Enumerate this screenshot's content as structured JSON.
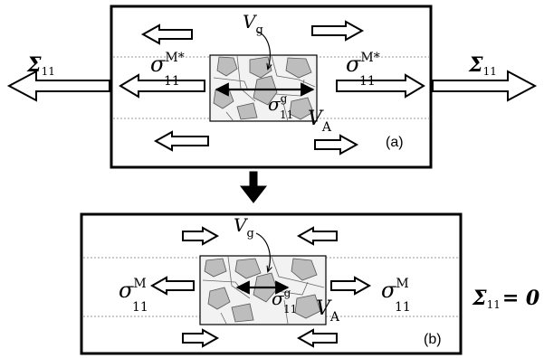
{
  "diagram": {
    "panel_a": {
      "label": "(a)",
      "remote_stress": {
        "symbol": "Σ",
        "sub": "11"
      },
      "matrix_stress": {
        "symbol": "σ",
        "sub": "11",
        "sup": "M*"
      },
      "grain_stress": {
        "symbol": "σ",
        "sub": "11",
        "sup": "g"
      },
      "grain_volume": {
        "symbol": "V",
        "sub": "g"
      },
      "aggregate_volume": {
        "symbol": "V",
        "sub": "A"
      }
    },
    "panel_b": {
      "label": "(b)",
      "matrix_stress": {
        "symbol": "σ",
        "sub": "11",
        "sup": "M"
      },
      "grain_stress": {
        "symbol": "σ",
        "sub": "11",
        "sup": "g"
      },
      "grain_volume": {
        "symbol": "V",
        "sub": "g"
      },
      "aggregate_volume": {
        "symbol": "V",
        "sub": "A"
      },
      "remote_condition": {
        "symbol": "Σ",
        "sub": "11",
        "rhs": "= 0"
      }
    },
    "colors": {
      "stroke": "#000000",
      "grain_fill": "#bdbdbd",
      "aggregate_bg": "#f2f2f2",
      "dotted_line": "#9a9a9a",
      "background": "#ffffff"
    }
  }
}
